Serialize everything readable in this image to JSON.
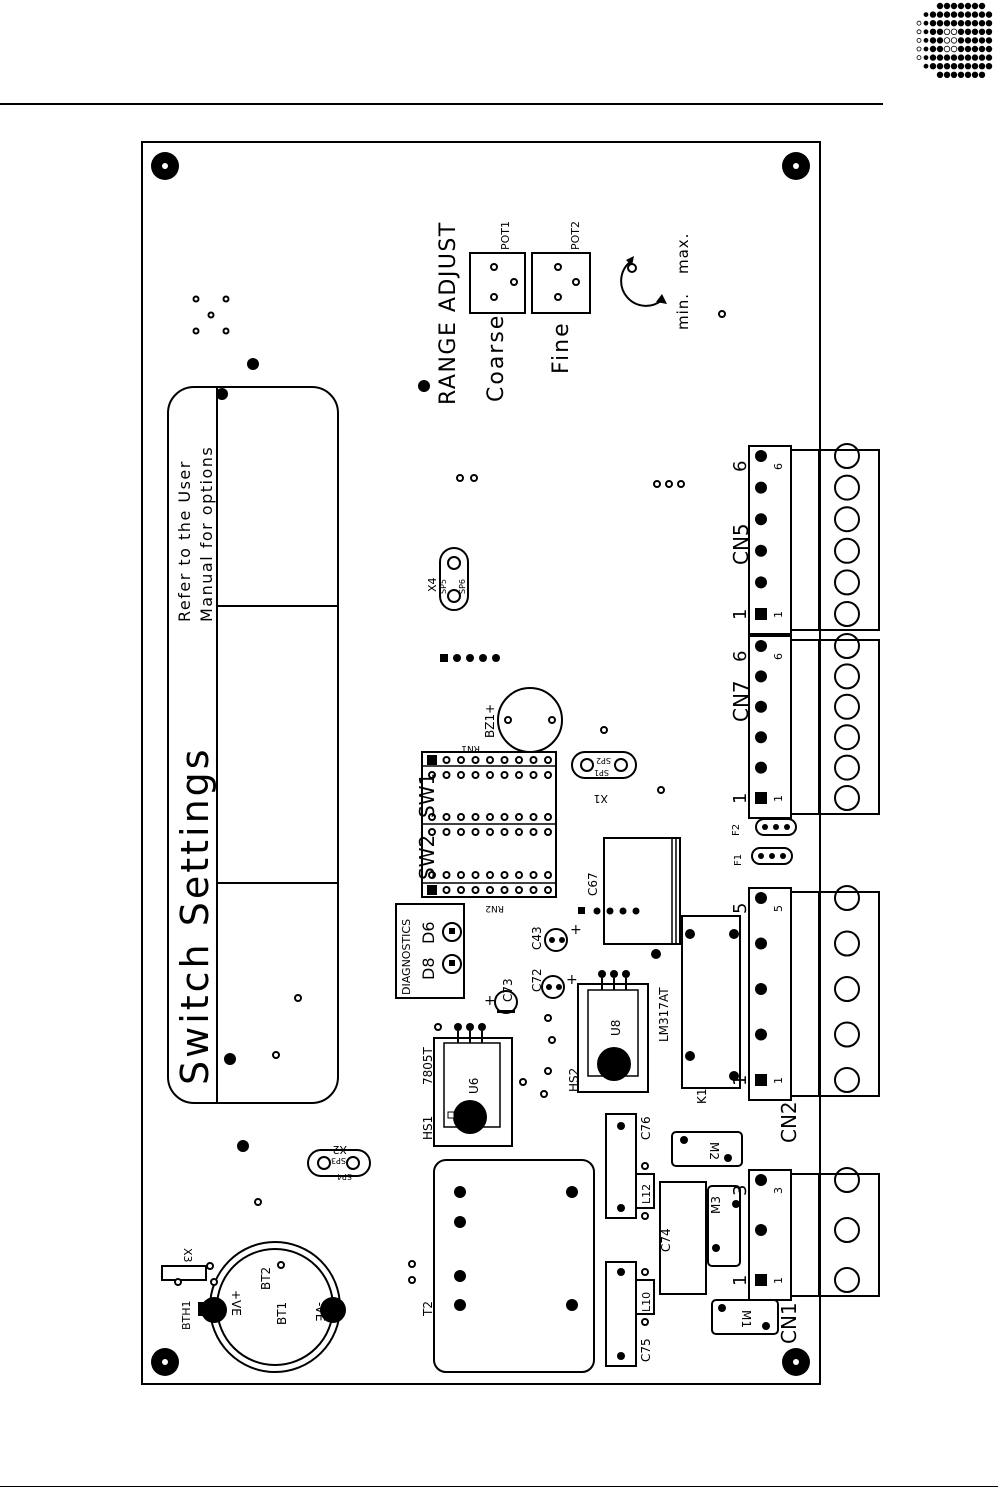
{
  "colors": {
    "ink": "#000000",
    "paper": "#ffffff"
  },
  "logo": {
    "icon": "dot-matrix-logo"
  },
  "switch_panel": {
    "title": "Switch Settings",
    "note_line1": "Refer to the User",
    "note_line2": "Manual for options"
  },
  "range_adjust": {
    "title": "RANGE ADJUST",
    "coarse": "Coarse",
    "fine": "Fine",
    "pot1": "POT1",
    "pot2": "POT2",
    "min": "min.",
    "max": "max."
  },
  "connectors": [
    {
      "name": "CN5",
      "pin_first": "1",
      "pin_last": "6"
    },
    {
      "name": "CN7",
      "pin_first": "1",
      "pin_last": "6"
    },
    {
      "name": "CN2",
      "pin_first": "1",
      "pin_last": "5"
    },
    {
      "name": "CN1",
      "pin_first": "1",
      "pin_last": "3"
    }
  ],
  "components": {
    "x1": "X1",
    "x2": "X2",
    "x3": "X3",
    "x4": "X4",
    "sp1": "SP1",
    "sp2": "SP2",
    "sp3": "SP3",
    "sp4": "SP4",
    "sp5": "SP5",
    "sp6": "SP6",
    "bz1": "BZ1+",
    "rn1": "RN1",
    "rn2": "RN2",
    "sw1": "SW1",
    "sw2": "SW2",
    "f1": "F1",
    "f2": "F2",
    "c67": "C67",
    "c43": "C43",
    "c72": "C72",
    "c73": "C73",
    "c74": "C74",
    "c75": "C75",
    "c76": "C76",
    "d6": "D6",
    "d8": "D8",
    "diagnostics": "DIAGNOSTICS",
    "u6": "U6",
    "u8": "U8",
    "reg1": "7805T",
    "reg2": "LM317AT",
    "hs1": "HS1",
    "hs2": "HS2",
    "k1": "K1",
    "l10": "L10",
    "l12": "L12",
    "m1": "M1",
    "m2": "M2",
    "m3": "M3",
    "t2": "T2",
    "bt1": "BT1",
    "bt2": "BT2",
    "bth1": "BTH1",
    "vplus": "+VE",
    "vminus": "-VE"
  }
}
